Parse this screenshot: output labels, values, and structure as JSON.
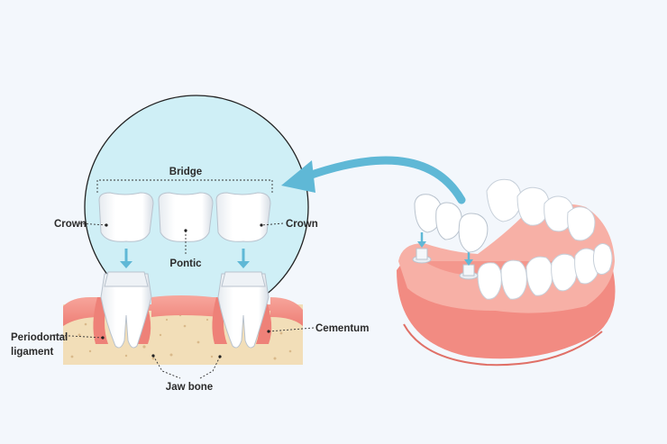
{
  "labels": {
    "bridge": "Bridge",
    "crown_left": "Crown",
    "crown_right": "Crown",
    "pontic": "Pontic",
    "periodontal_line1": "Periodontal",
    "periodontal_line2": "ligament",
    "cementum": "Cementum",
    "jaw_bone": "Jaw bone"
  },
  "colors": {
    "background": "#f3f7fc",
    "circle_fill": "#cfeff6",
    "circle_stroke": "#222222",
    "arrow": "#5fb8d6",
    "gum": "#f28b82",
    "gum_light": "#f7b0a6",
    "bone": "#f2deb8",
    "tooth": "#ffffff",
    "tooth_shadow": "#d4dbe3"
  }
}
